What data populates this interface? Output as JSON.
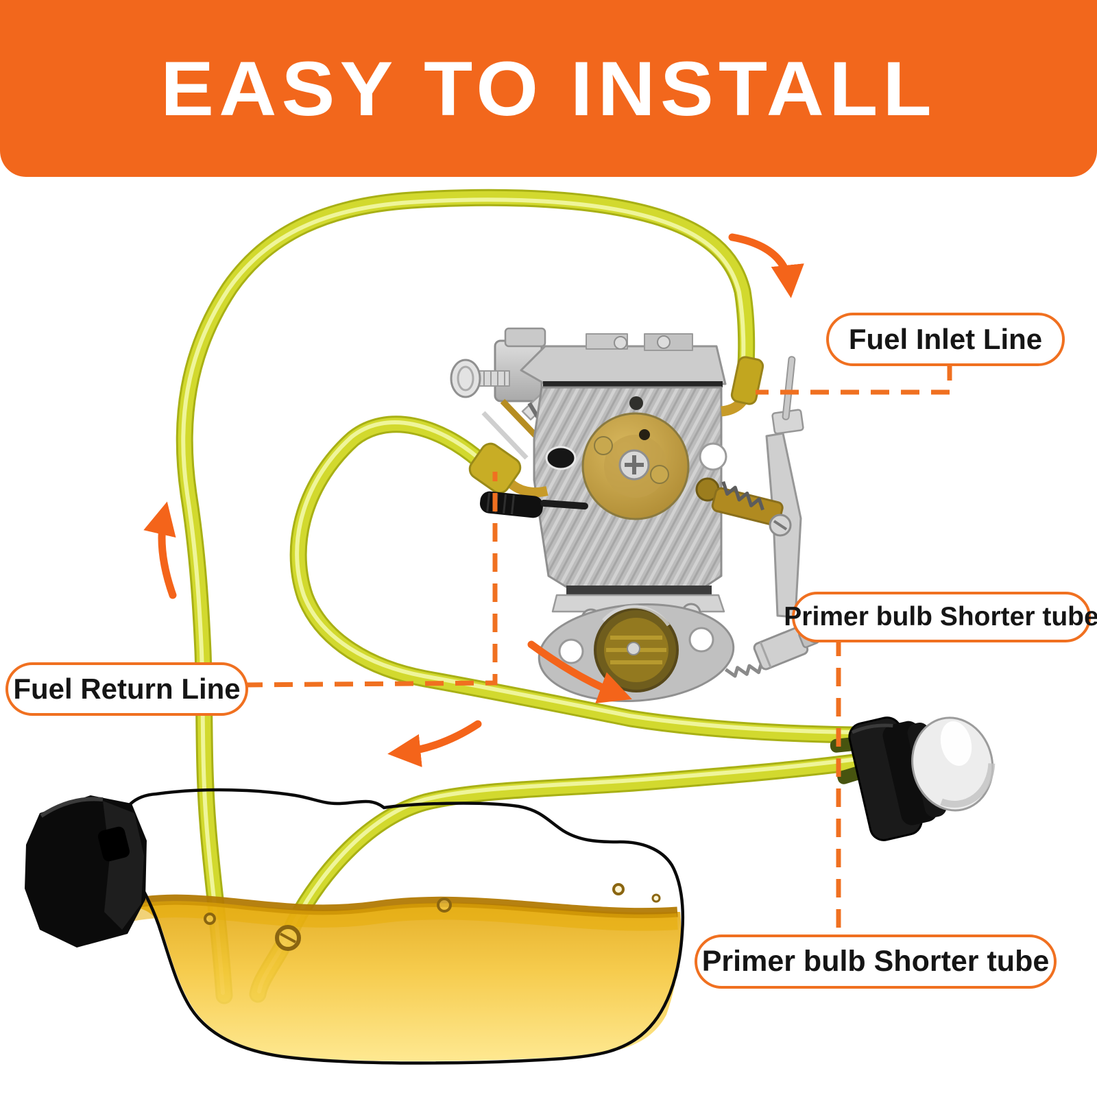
{
  "header": {
    "title": "EASY TO INSTALL"
  },
  "callouts": {
    "fuel_inlet_line": {
      "label": "Fuel Inlet Line"
    },
    "fuel_return_line": {
      "label": "Fuel Return Line"
    },
    "primer_bulb_tube_right": {
      "label": "Primer bulb Shorter tube"
    },
    "primer_bulb_tube_bottom": {
      "label": "Primer bulb Shorter tube"
    }
  },
  "icons": {
    "flow_arrow_inlet": "curved-arrow-down-into-inlet",
    "flow_arrow_return_up": "arrow-up-along-return-line",
    "flow_arrow_to_primer": "curved-arrow-toward-primer-bulb",
    "flow_arrow_to_tank": "curved-arrow-toward-tank"
  },
  "colors": {
    "accent_orange": "#f2671c",
    "callout_border": "#f07020",
    "arrow_orange": "#f4641a",
    "tube_yellow": "#d2d92e",
    "fuel_gold": "#e2a30c",
    "header_text": "#ffffff",
    "label_text": "#151515"
  }
}
